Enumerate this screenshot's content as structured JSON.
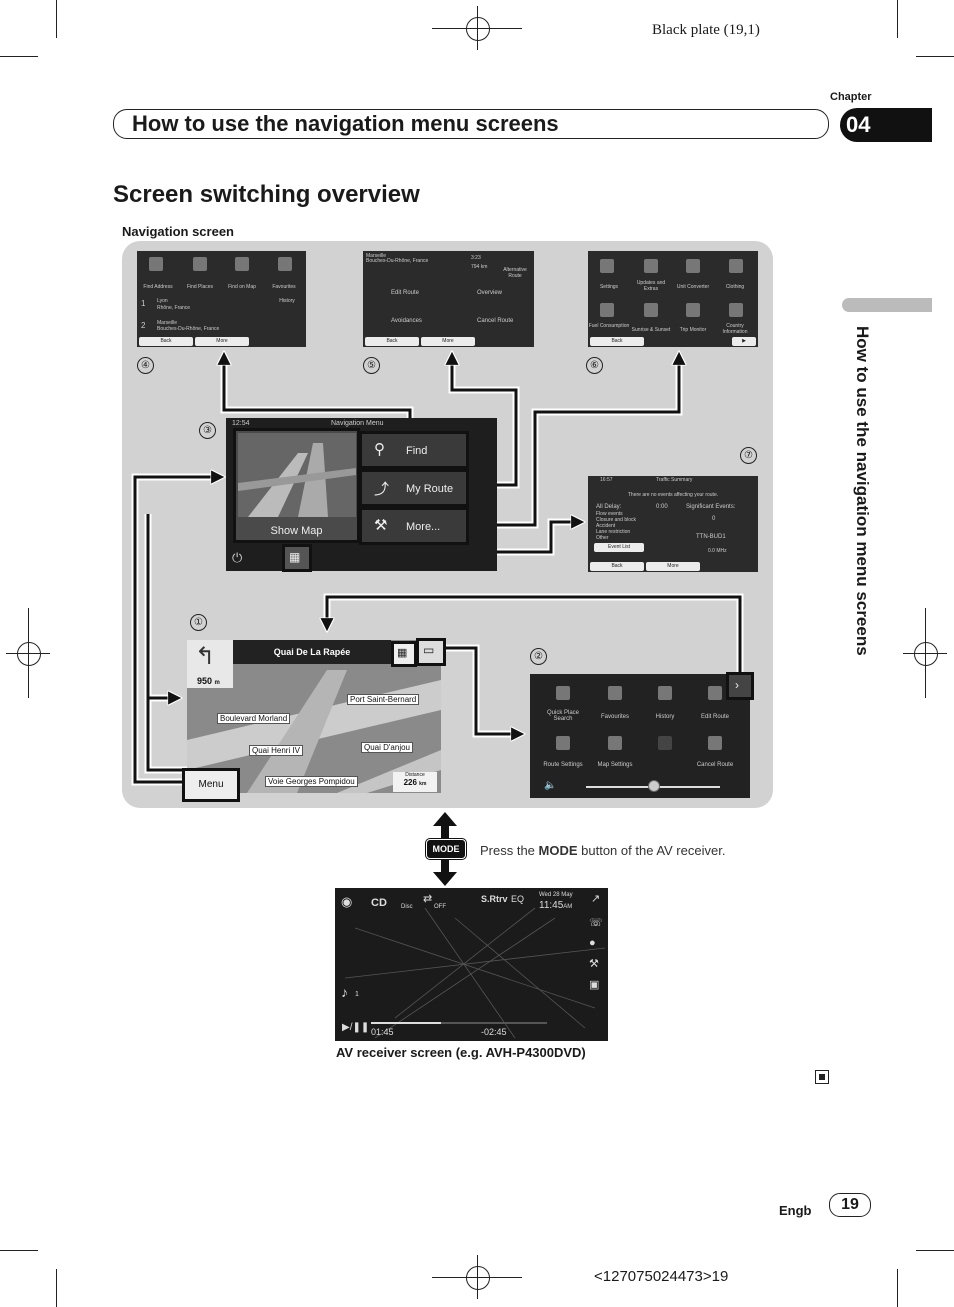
{
  "plate": "Black plate (19,1)",
  "chapter": {
    "label": "Chapter",
    "number": "04"
  },
  "header": "How to use the navigation menu screens",
  "side_tab": "How to use the navigation menu screens",
  "section_title": "Screen switching overview",
  "navigation_label": "Navigation screen",
  "markers": [
    "①",
    "②",
    "③",
    "④",
    "⑤",
    "⑥",
    "⑦"
  ],
  "screen4": {
    "icons": [
      "Find Address",
      "Find Places",
      "Find on Map",
      "Favourites"
    ],
    "history": "History",
    "rows": [
      {
        "num": "1",
        "title": "Lyon",
        "sub": "Rhône, France"
      },
      {
        "num": "2",
        "title": "Marseille",
        "sub": "Bouches-Du-Rhône, France"
      }
    ],
    "back": "Back",
    "more": "More"
  },
  "screen5": {
    "top_left": "Marseille",
    "top_left_sub": "Bouches-Du-Rhône, France",
    "time": "3:23",
    "dist": "794 km",
    "alt": "Alternative Route",
    "items": [
      "Edit Route",
      "Overview",
      "Avoidances",
      "Cancel Route"
    ],
    "back": "Back",
    "more": "More"
  },
  "screen6": {
    "icons_top": [
      "Settings",
      "Updates and Extras",
      "Unit Converter",
      "Clothing"
    ],
    "icons_bottom": [
      "Fuel Consumption",
      "Sunrise & Sunset",
      "Trip Monitor",
      "Country Information"
    ],
    "back": "Back"
  },
  "screen3": {
    "time": "12:54",
    "title": "Navigation Menu",
    "show_map": "Show Map",
    "find": "Find",
    "my_route": "My Route",
    "more": "More..."
  },
  "screen7": {
    "time": "16:57",
    "title": "Traffic Summary",
    "message": "There are no events affecting your route.",
    "all_delay_label": "All Delay:",
    "all_delay_value": "0:00",
    "significant_label": "Significant Events:",
    "significant_value": "0",
    "lines": [
      "Flow events",
      "Closure and block",
      "Accident",
      "Lane restriction",
      "Other"
    ],
    "event_list": "Event List",
    "station": "TTN-BUD1",
    "freq": "0.0 MHz",
    "back": "Back",
    "more": "More"
  },
  "screen1": {
    "street": "Quai De La Rapée",
    "dist": "950",
    "dist_unit": "m",
    "labels": [
      "Port Saint-Bernard",
      "Boulevard Morland",
      "Quai Henri IV",
      "Quai D'anjou",
      "Voie Georges Pompidou"
    ],
    "menu": "Menu",
    "distance_label": "Distance",
    "distance_value": "226",
    "distance_unit": "km"
  },
  "screen2": {
    "top": [
      "Quick Place Search",
      "Favourites",
      "History",
      "Edit Route"
    ],
    "bottom": [
      "Route Settings",
      "Map Settings",
      "",
      "Cancel Route"
    ]
  },
  "mode": {
    "button": "MODE",
    "text_before": "Press the ",
    "text_bold": "MODE",
    "text_after": " button of the AV receiver."
  },
  "av": {
    "source": "CD",
    "disc": "Disc",
    "off": "OFF",
    "srtrv": "S.Rtrv",
    "eq": "EQ",
    "date": "Wed 28 May",
    "time": "11:45",
    "ampm": "AM",
    "track": "1",
    "elapsed": "01:45",
    "remaining": "-02:45",
    "progress": 0.4,
    "caption": "AV receiver screen (e.g. AVH-P4300DVD)"
  },
  "footer": {
    "lang": "Engb",
    "page": "19",
    "code": "<127075024473>19"
  }
}
